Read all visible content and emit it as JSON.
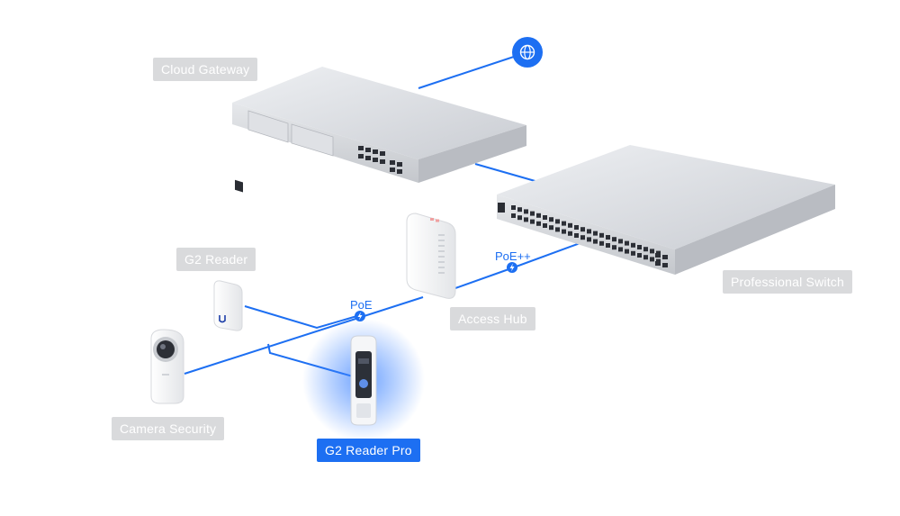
{
  "labels": {
    "cloud_gateway": "Cloud Gateway",
    "professional_switch": "Professional Switch",
    "g2_reader": "G2 Reader",
    "access_hub": "Access Hub",
    "camera_security": "Camera Security",
    "g2_reader_pro": "G2 Reader Pro"
  },
  "connections": {
    "poe": "PoE",
    "poe_plus": "PoE++"
  },
  "colors": {
    "link": "#1d6ff2",
    "label_bg": "#d9dadc",
    "highlight": "#1d6ff2"
  },
  "icons": [
    "globe-icon",
    "bolt-icon"
  ]
}
